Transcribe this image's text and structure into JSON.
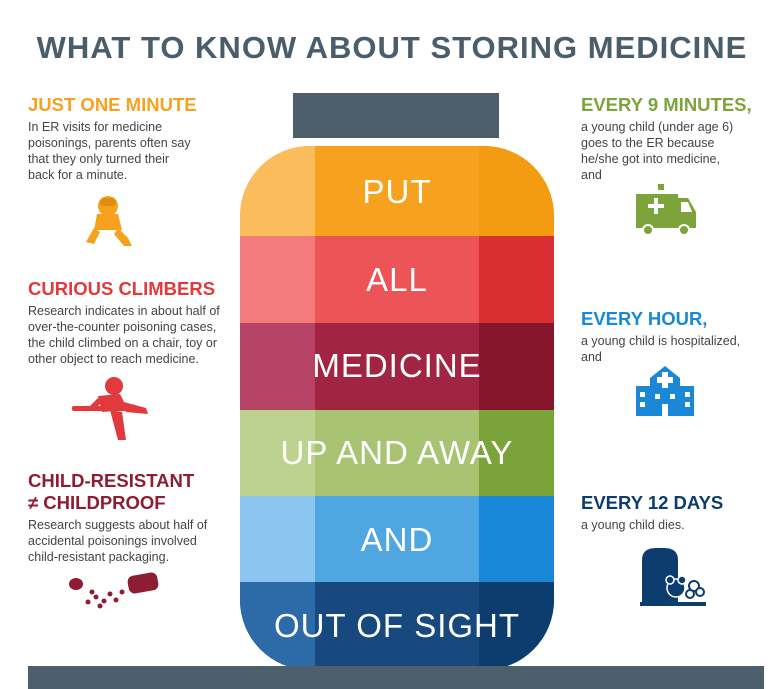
{
  "title": "WHAT TO KNOW ABOUT STORING MEDICINE",
  "colors": {
    "title": "#4a5d6b",
    "lid": "#4e5f6c",
    "orange": "#f6a21e",
    "red": "#e2393c",
    "maroon": "#8e1c33",
    "green": "#7da43a",
    "blue": "#1a88d6",
    "navy": "#0c3d6e"
  },
  "left": [
    {
      "heading": "JUST ONE MINUTE",
      "body": [
        "In ER visits for medicine",
        "poisonings, parents often say",
        "that they only turned their",
        "back for a minute."
      ],
      "icon": "toddler-covering-eyes-icon"
    },
    {
      "heading": "CURIOUS CLIMBERS",
      "body": [
        "Research indicates in about half of",
        "over-the-counter poisoning cases,",
        "the child climbed on a chair, toy or",
        "other object to reach medicine."
      ],
      "icon": "child-climbing-icon"
    },
    {
      "heading_lines": [
        "CHILD-RESISTANT",
        "≠ CHILDPROOF"
      ],
      "body": [
        "Research suggests about half of",
        "accidental poisonings involved",
        "child-resistant packaging."
      ],
      "icon": "spilled-pills-icon"
    }
  ],
  "right": [
    {
      "heading": "EVERY 9 MINUTES,",
      "body": [
        "a young child (under age 6)",
        "goes to the ER because",
        "he/she got into medicine,",
        "and"
      ],
      "icon": "ambulance-icon"
    },
    {
      "heading": "EVERY HOUR,",
      "body": [
        "a young child is hospitalized,",
        "and"
      ],
      "icon": "hospital-icon"
    },
    {
      "heading": "EVERY 12 DAYS",
      "body": [
        "a young child dies."
      ],
      "icon": "gravestone-icon"
    }
  ],
  "bottle_bands": [
    "PUT",
    "ALL",
    "MEDICINE",
    "UP AND AWAY",
    "AND",
    "OUT OF SIGHT"
  ]
}
